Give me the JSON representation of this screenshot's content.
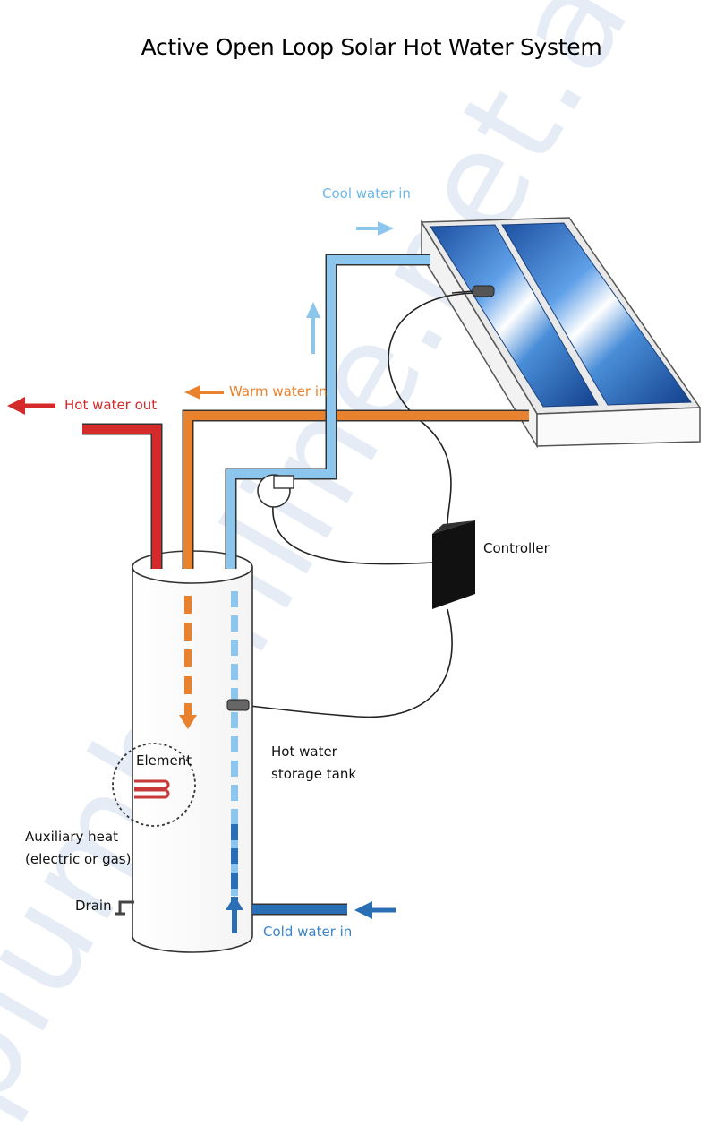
{
  "title": "Active Open Loop Solar Hot Water System",
  "watermark": "plumbonline.net.au",
  "labels": {
    "cool_water_in": "Cool water in",
    "hot_water_out": "Hot water out",
    "warm_water_in": "Warm water in",
    "controller": "Controller",
    "hot_water_storage_tank_line1": "Hot water",
    "hot_water_storage_tank_line2": "storage tank",
    "element": "Element",
    "auxiliary_heat_line1": "Auxiliary heat",
    "auxiliary_heat_line2": "(electric or gas)",
    "drain": "Drain",
    "cold_water_in": "Cold water in"
  },
  "colors": {
    "hot": "#d42a2a",
    "warm": "#e8822e",
    "cool": "#8cc6ec",
    "cold": "#2a6fb6",
    "label_blue": "#3b86c8",
    "label_cool": "#6fb8e6"
  }
}
